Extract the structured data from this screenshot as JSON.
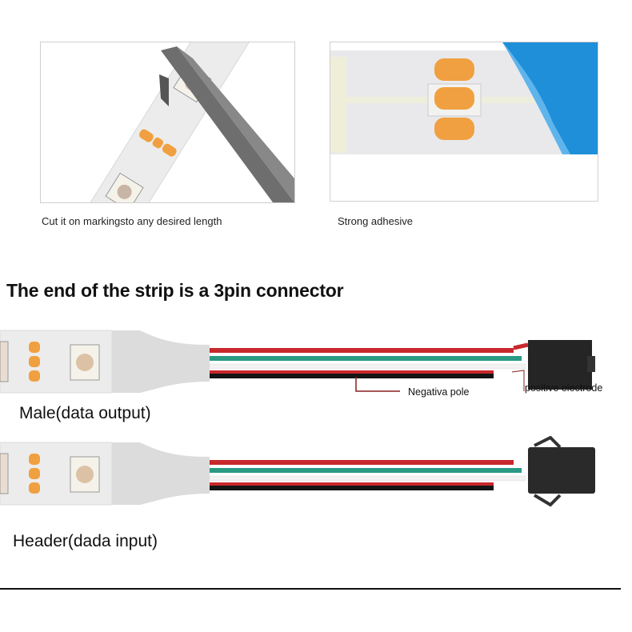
{
  "top_panels": [
    {
      "caption": "Cut it on markingsto any desired length",
      "image": "led-strip-cut-with-scissors"
    },
    {
      "caption": "Strong adhesive",
      "image": "led-strip-adhesive-backing-peeled"
    }
  ],
  "heading": "The end of the strip is a 3pin connector",
  "connectors": [
    {
      "title": "Male(data output)",
      "image": "male-3pin-connector-cable"
    },
    {
      "title": "Header(dada input)",
      "image": "female-3pin-connector-cable"
    }
  ],
  "annotations": {
    "negative": "Negativa pole",
    "positive": "positive electrode"
  },
  "colors": {
    "wire_red": "#c8282c",
    "wire_green": "#2a9a84",
    "wire_white": "#f2f2f2",
    "wire_black": "#151515",
    "pad_orange": "#f0a040",
    "adhesive_blue": "#1e8fd8"
  }
}
